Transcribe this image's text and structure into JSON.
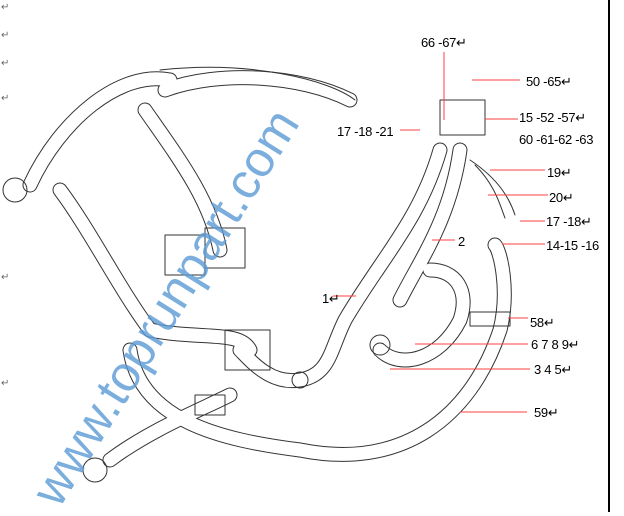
{
  "watermark": "www.toprunpart.com",
  "paragraph_mark": "↵",
  "callouts": [
    {
      "id": "c1",
      "text": "66 -67↵"
    },
    {
      "id": "c2",
      "text": "50 -65↵"
    },
    {
      "id": "c3",
      "text": "15 -52 -57↵"
    },
    {
      "id": "c4",
      "text": "60 -61-62 -63"
    },
    {
      "id": "c5",
      "text": "17 -18 -21"
    },
    {
      "id": "c6",
      "text": "19↵"
    },
    {
      "id": "c7",
      "text": "20↵"
    },
    {
      "id": "c8",
      "text": "17 -18↵"
    },
    {
      "id": "c9",
      "text": "2"
    },
    {
      "id": "c10",
      "text": "14-15 -16"
    },
    {
      "id": "c11",
      "text": "1↵"
    },
    {
      "id": "c12",
      "text": "58↵"
    },
    {
      "id": "c13",
      "text": "6 7 8 9↵"
    },
    {
      "id": "c14",
      "text": "3 4 5↵"
    },
    {
      "id": "c15",
      "text": "59↵"
    }
  ],
  "colors": {
    "leader": "#ff4040",
    "watermark": "#5b9bd5",
    "line": "#222222"
  }
}
